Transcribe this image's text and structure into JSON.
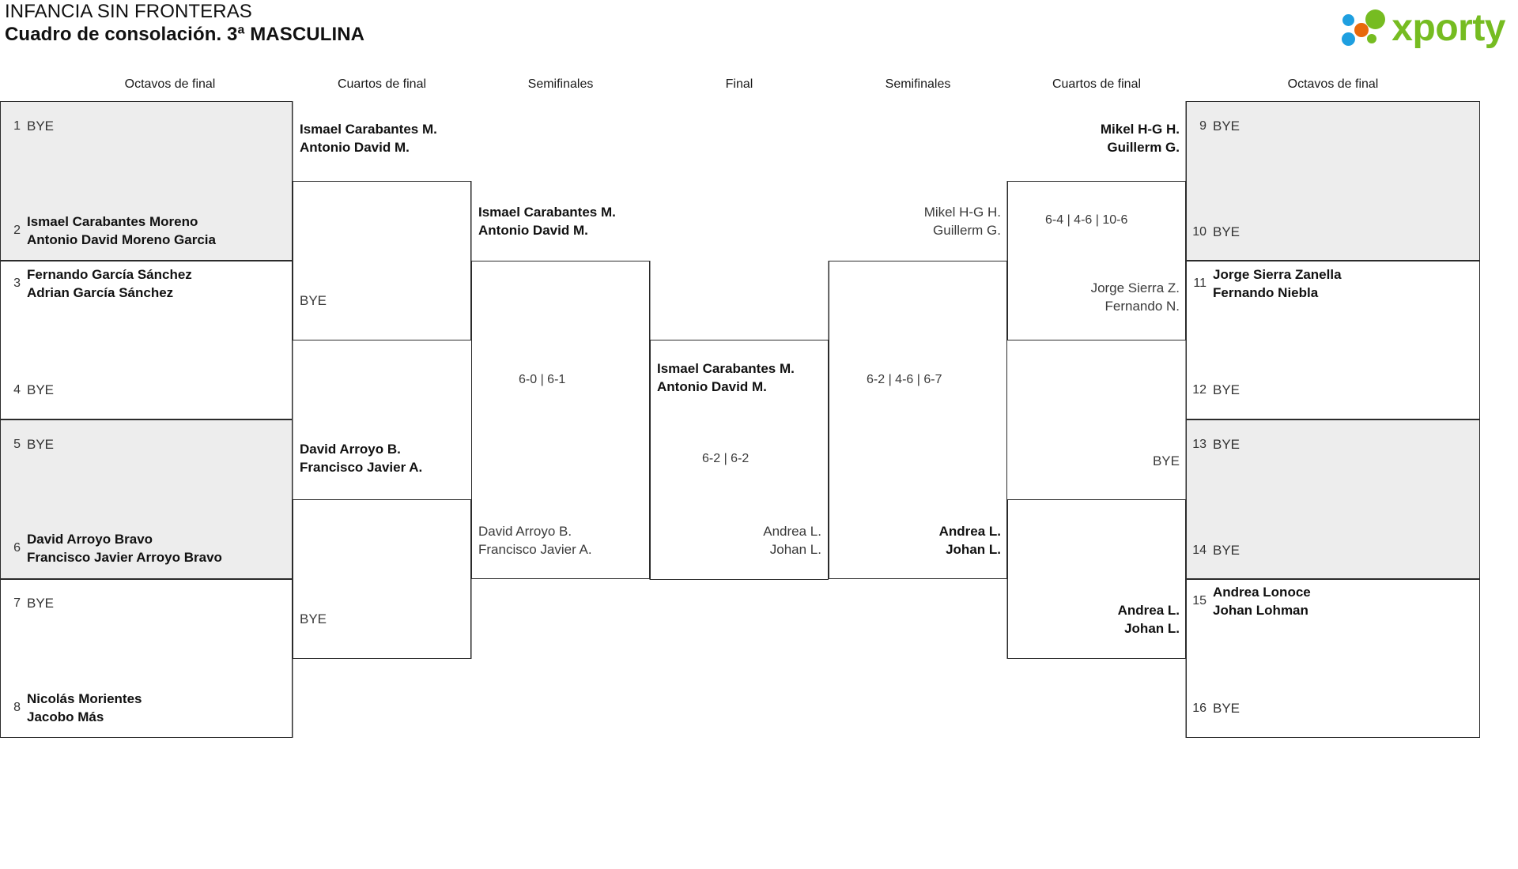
{
  "header": {
    "tournament": "INFANCIA SIN FRONTERAS",
    "subtitle": "Cuadro de consolación. 3ª MASCULINA",
    "logo_text": "xporty",
    "brand_green": "#76bc21",
    "brand_blue": "#1e9fe0",
    "brand_orange": "#e8690b"
  },
  "rounds": {
    "left_octavos": "Octavos de final",
    "left_cuartos": "Cuartos de final",
    "left_semis": "Semifinales",
    "final": "Final",
    "right_semis": "Semifinales",
    "right_cuartos": "Cuartos de final",
    "right_octavos": "Octavos de final"
  },
  "bracket": {
    "left_octavos": [
      {
        "seed": "1",
        "line1": "BYE",
        "line2": "",
        "winner": false
      },
      {
        "seed": "2",
        "line1": "Ismael Carabantes Moreno",
        "line2": "Antonio David Moreno Garcia",
        "winner": true
      },
      {
        "seed": "3",
        "line1": "Fernando García Sánchez",
        "line2": "Adrian García Sánchez",
        "winner": true
      },
      {
        "seed": "4",
        "line1": "BYE",
        "line2": "",
        "winner": false
      },
      {
        "seed": "5",
        "line1": "BYE",
        "line2": "",
        "winner": false
      },
      {
        "seed": "6",
        "line1": "David Arroyo Bravo",
        "line2": "Francisco Javier Arroyo Bravo",
        "winner": true
      },
      {
        "seed": "7",
        "line1": "BYE",
        "line2": "",
        "winner": false
      },
      {
        "seed": "8",
        "line1": "Nicolás Morientes",
        "line2": "Jacobo Más",
        "winner": true
      }
    ],
    "right_octavos": [
      {
        "seed": "9",
        "line1": "BYE",
        "line2": "",
        "winner": false
      },
      {
        "seed": "10",
        "line1": "BYE",
        "line2": "",
        "winner": false
      },
      {
        "seed": "11",
        "line1": "Jorge Sierra Zanella",
        "line2": "Fernando Niebla",
        "winner": true
      },
      {
        "seed": "12",
        "line1": "BYE",
        "line2": "",
        "winner": false
      },
      {
        "seed": "13",
        "line1": "BYE",
        "line2": "",
        "winner": false
      },
      {
        "seed": "14",
        "line1": "BYE",
        "line2": "",
        "winner": false
      },
      {
        "seed": "15",
        "line1": "Andrea Lonoce",
        "line2": "Johan Lohman",
        "winner": true
      },
      {
        "seed": "16",
        "line1": "BYE",
        "line2": "",
        "winner": false
      }
    ],
    "left_cuartos": [
      {
        "line1": "Ismael Carabantes M.",
        "line2": "Antonio David M.",
        "winner": true
      },
      {
        "line1": "BYE",
        "line2": "",
        "winner": false
      },
      {
        "line1": "David Arroyo B.",
        "line2": "Francisco Javier A.",
        "winner": true
      },
      {
        "line1": "BYE",
        "line2": "",
        "winner": false
      }
    ],
    "left_semis": [
      {
        "line1": "Ismael Carabantes M.",
        "line2": "Antonio David M.",
        "winner": true
      },
      {
        "line1": "David Arroyo B.",
        "line2": "Francisco Javier A.",
        "winner": false
      }
    ],
    "left_semis_score": "6-0 | 6-1",
    "final": {
      "top": {
        "line1": "Ismael Carabantes M.",
        "line2": "Antonio David M.",
        "winner": true
      },
      "bottom": {
        "line1": "Andrea L.",
        "line2": "Johan L.",
        "winner": false
      },
      "score": "6-2 | 6-2"
    },
    "right_semis": [
      {
        "line1": "Mikel H-G H.",
        "line2": "Guillerm G.",
        "winner": false
      },
      {
        "line1": "Andrea L.",
        "line2": "Johan L.",
        "winner": true
      }
    ],
    "right_semis_score": "6-2 | 4-6 | 6-7",
    "right_cuartos": [
      {
        "line1": "Mikel H-G H.",
        "line2": "Guillerm G.",
        "winner": true
      },
      {
        "line1": "Jorge Sierra Z.",
        "line2": "Fernando N.",
        "winner": false
      },
      {
        "line1": "BYE",
        "line2": "",
        "winner": false
      },
      {
        "line1": "Andrea L.",
        "line2": "Johan L.",
        "winner": true
      }
    ],
    "right_cuartos_score_top": "6-4 | 4-6 | 10-6"
  }
}
